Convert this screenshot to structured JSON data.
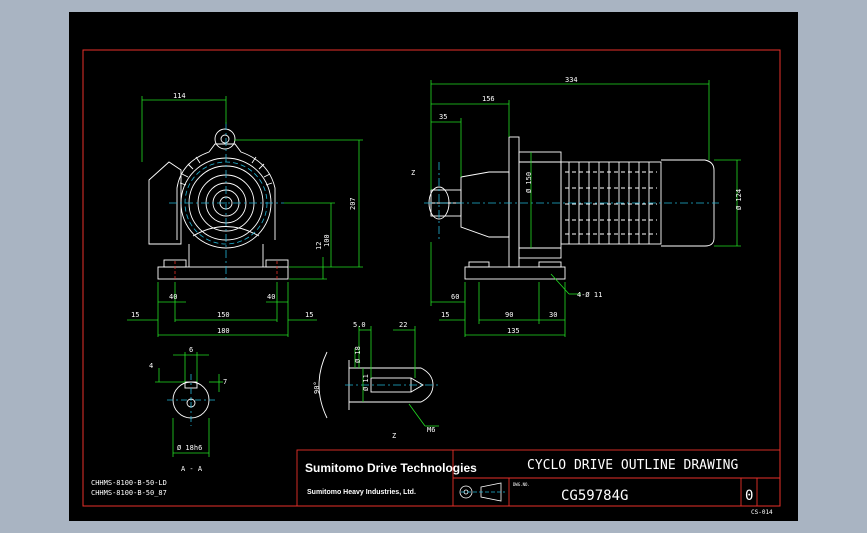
{
  "colors": {
    "background": "#a9b4c2",
    "sheet": "#000000",
    "border": "#e8302a",
    "geometry": "#ffffff",
    "dimension": "#22dd22",
    "center": "#22b5d6",
    "hidden": "#e8302a"
  },
  "front_view": {
    "dim_114": "114",
    "dim_207": "207",
    "dim_100": "100",
    "dim_12": "12",
    "dim_40_left": "40",
    "dim_40_right": "40",
    "dim_150": "150",
    "dim_15_left": "15",
    "dim_15_right": "15",
    "dim_180": "180"
  },
  "side_view": {
    "dim_334": "334",
    "dim_156": "156",
    "dim_35": "35",
    "label_z": "Z",
    "dim_phi150": "Ø 150",
    "dim_phi124": "Ø 124",
    "dim_60": "60",
    "dim_90": "90",
    "dim_30": "30",
    "dim_15": "15",
    "dim_135": "135",
    "hole_note": "4-Ø 11"
  },
  "detail_z": {
    "dim_5": "5.0",
    "dim_22": "22",
    "dim_phi18": "Ø 18",
    "dim_phi11": "Ø 11",
    "dim_90deg": "90°",
    "thread_note": "M6",
    "label_z": "Z"
  },
  "section_aa": {
    "dim_6": "6",
    "dim_4": "4",
    "dim_7": "7",
    "dim_phi": "Ø 18h6",
    "label": "A - A"
  },
  "notes": {
    "model_1": "CHHMS-8100-B-50-LD",
    "model_2": "CHHMS-8100-B-50_87"
  },
  "title_block": {
    "brand_main": "Sumitomo Drive Technologies",
    "brand_sub": "Sumitomo Heavy Industries, Ltd.",
    "title": "CYCLO DRIVE OUTLINE DRAWING",
    "dwg_label": "DWG.NO.",
    "dwg_no": "CG59784G",
    "revision": "0"
  },
  "corner_code": "CS-014"
}
